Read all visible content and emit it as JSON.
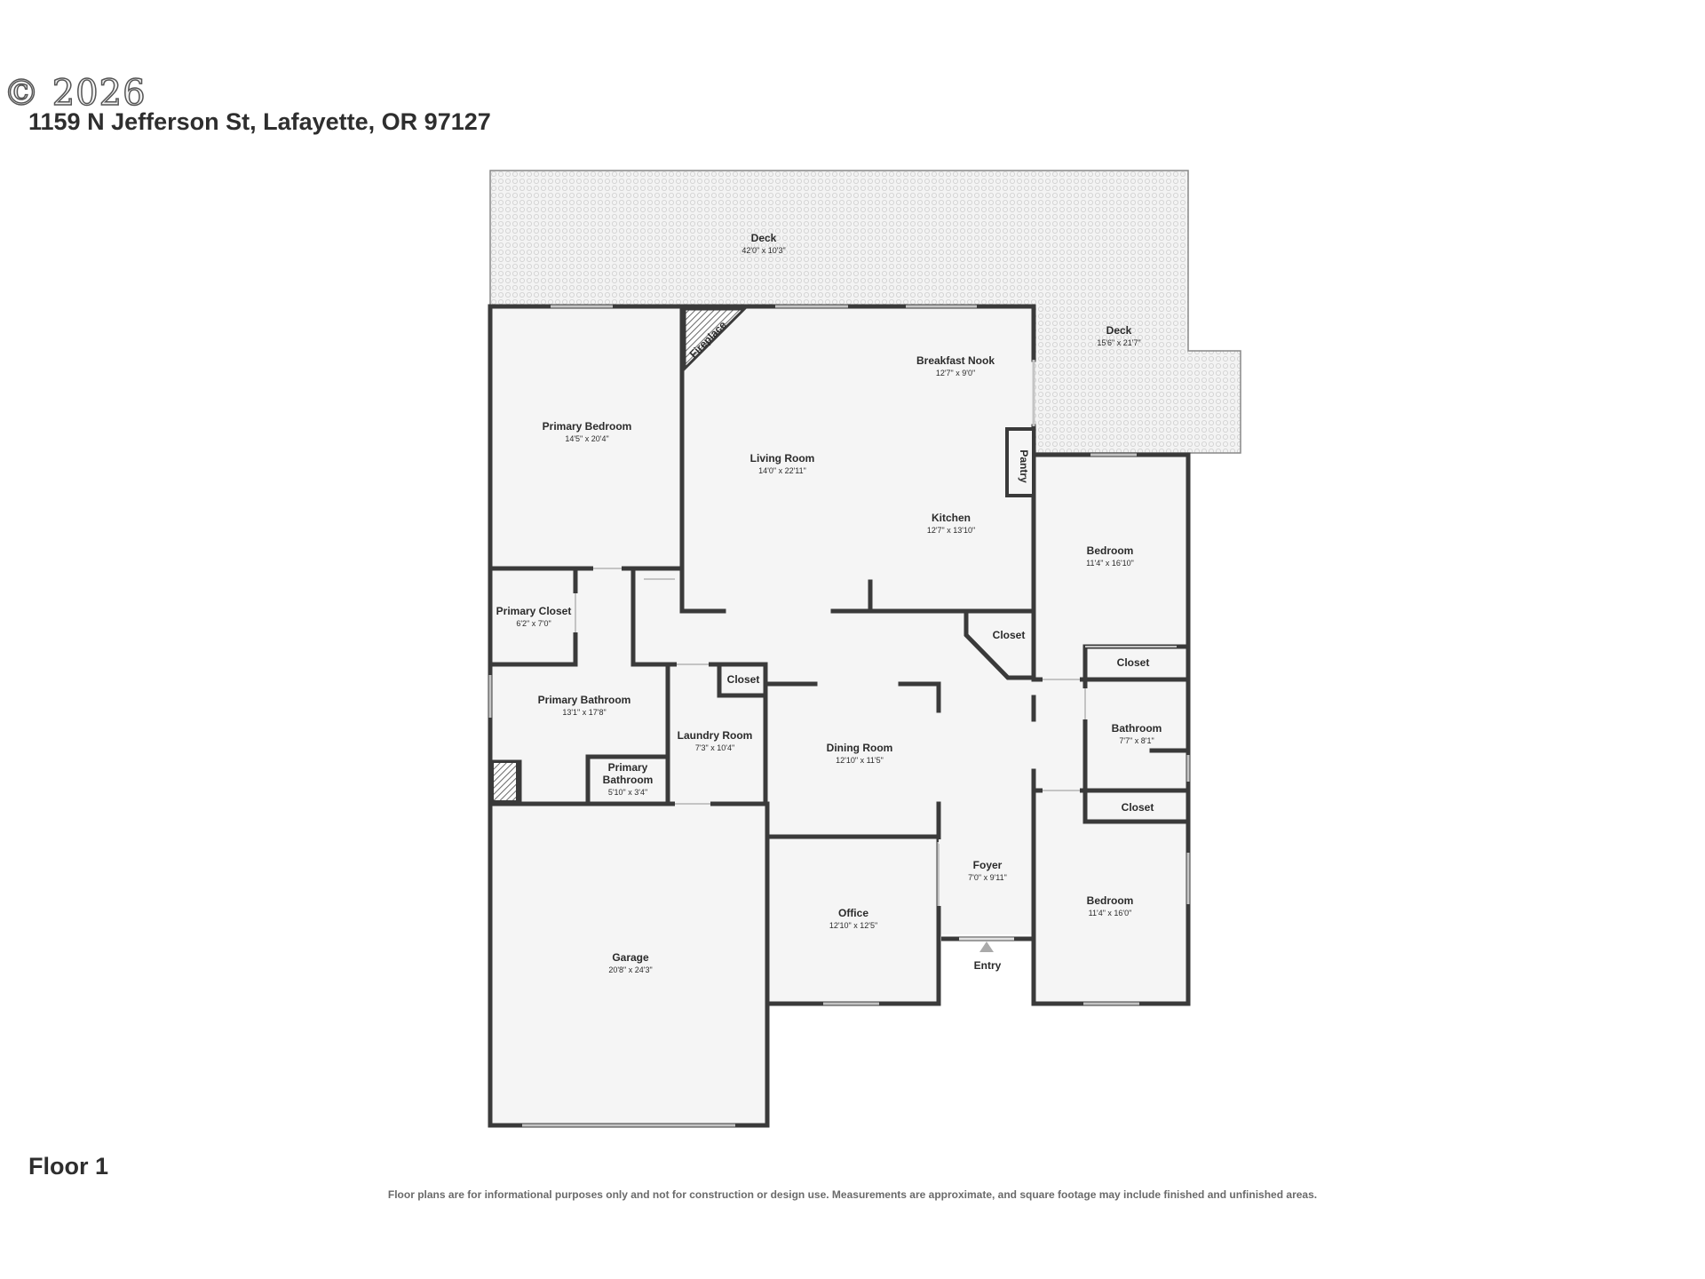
{
  "header": {
    "copyright": "© 2026",
    "address": "1159 N Jefferson St, Lafayette, OR 97127"
  },
  "footer": {
    "floor_label": "Floor 1",
    "disclaimer": "Floor plans are for informational purposes only and not for construction or design use. Measurements are approximate, and square footage may include finished and unfinished areas."
  },
  "rooms": {
    "deck_top": {
      "name": "Deck",
      "dims": "42'0\" x 10'3\""
    },
    "deck_right": {
      "name": "Deck",
      "dims": "15'6\" x 21'7\""
    },
    "fireplace": {
      "name": "Fireplace"
    },
    "pantry": {
      "name": "Pantry"
    },
    "breakfast_nook": {
      "name": "Breakfast Nook",
      "dims": "12'7\" x 9'0\""
    },
    "primary_bedroom": {
      "name": "Primary Bedroom",
      "dims": "14'5\" x 20'4\""
    },
    "living_room": {
      "name": "Living Room",
      "dims": "14'0\" x 22'11\""
    },
    "kitchen": {
      "name": "Kitchen",
      "dims": "12'7\" x 13'10\""
    },
    "bedroom_upper": {
      "name": "Bedroom",
      "dims": "11'4\" x 16'10\""
    },
    "primary_closet": {
      "name": "Primary Closet",
      "dims": "6'2\" x 7'0\""
    },
    "closet_center": {
      "name": "Closet"
    },
    "closet_right_upper": {
      "name": "Closet"
    },
    "closet_laundry": {
      "name": "Closet"
    },
    "primary_bathroom": {
      "name": "Primary Bathroom",
      "dims": "13'1\" x 17'8\""
    },
    "laundry_room": {
      "name": "Laundry Room",
      "dims": "7'3\" x 10'4\""
    },
    "dining_room": {
      "name": "Dining Room",
      "dims": "12'10\" x 11'5\""
    },
    "bathroom": {
      "name": "Bathroom",
      "dims": "7'7\" x 8'1\""
    },
    "primary_bathroom_small": {
      "name_line1": "Primary",
      "name_line2": "Bathroom",
      "dims": "5'10\" x 3'4\""
    },
    "closet_right_lower": {
      "name": "Closet"
    },
    "foyer": {
      "name": "Foyer",
      "dims": "7'0\" x 9'11\""
    },
    "office": {
      "name": "Office",
      "dims": "12'10\" x 12'5\""
    },
    "bedroom_lower": {
      "name": "Bedroom",
      "dims": "11'4\" x 16'0\""
    },
    "garage": {
      "name": "Garage",
      "dims": "20'8\" x 24'3\""
    },
    "entry": {
      "name": "Entry"
    }
  },
  "colors": {
    "wall": "#3a3a3a",
    "floor": "#f5f5f5",
    "deck_fill": "#f1f1f1",
    "window": "#bdbdbd"
  }
}
